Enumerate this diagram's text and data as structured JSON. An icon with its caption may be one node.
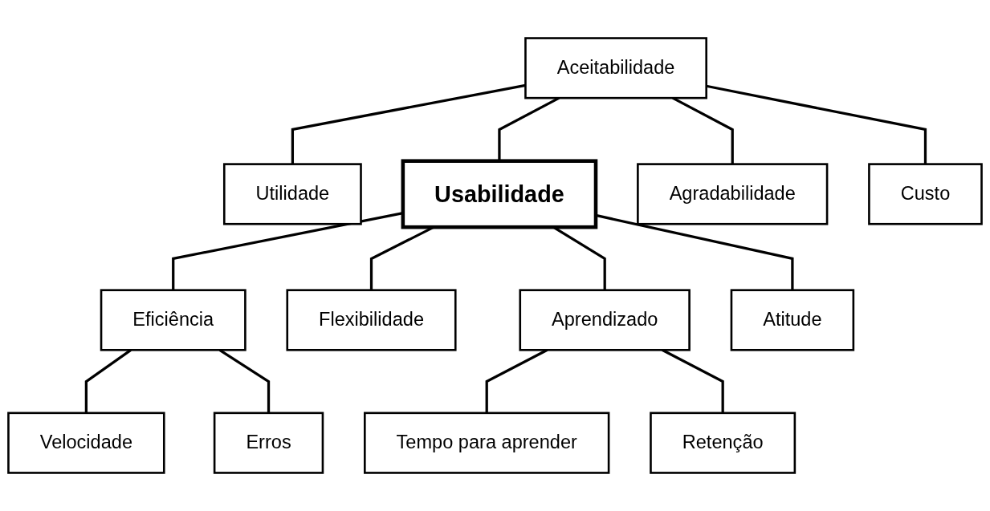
{
  "diagram": {
    "nodes": [
      {
        "text": [
          "Aceitabilidade"
        ]
      },
      {
        "text": [
          "Utilidade"
        ]
      },
      {
        "text": [
          "Usabilidade"
        ]
      },
      {
        "text": [
          "Agradabilidade"
        ]
      },
      {
        "text": [
          "Custo"
        ]
      },
      {
        "text": [
          "Eficiência"
        ]
      },
      {
        "text": [
          "Flexibilidade"
        ]
      },
      {
        "text": [
          "Aprendizado"
        ]
      },
      {
        "text": [
          "Atitude"
        ]
      },
      {
        "text": [
          "Velocidade"
        ]
      },
      {
        "text": [
          "Erros"
        ]
      },
      {
        "text": [
          "Tempo para aprender"
        ]
      },
      {
        "text": [
          "Retenção"
        ]
      }
    ],
    "edges": [
      {
        "from": 0,
        "to": 1,
        "arrow": "none"
      },
      {
        "from": 0,
        "to": 2,
        "arrow": "none"
      },
      {
        "from": 0,
        "to": 3,
        "arrow": "none"
      },
      {
        "from": 0,
        "to": 4,
        "arrow": "none"
      },
      {
        "from": 2,
        "to": 5,
        "arrow": "none"
      },
      {
        "from": 2,
        "to": 6,
        "arrow": "none"
      },
      {
        "from": 2,
        "to": 7,
        "arrow": "none"
      },
      {
        "from": 2,
        "to": 8,
        "arrow": "none"
      },
      {
        "from": 5,
        "to": 9,
        "arrow": "none"
      },
      {
        "from": 5,
        "to": 10,
        "arrow": "none"
      },
      {
        "from": 7,
        "to": 11,
        "arrow": "none"
      },
      {
        "from": 7,
        "to": 12,
        "arrow": "none"
      }
    ]
  }
}
